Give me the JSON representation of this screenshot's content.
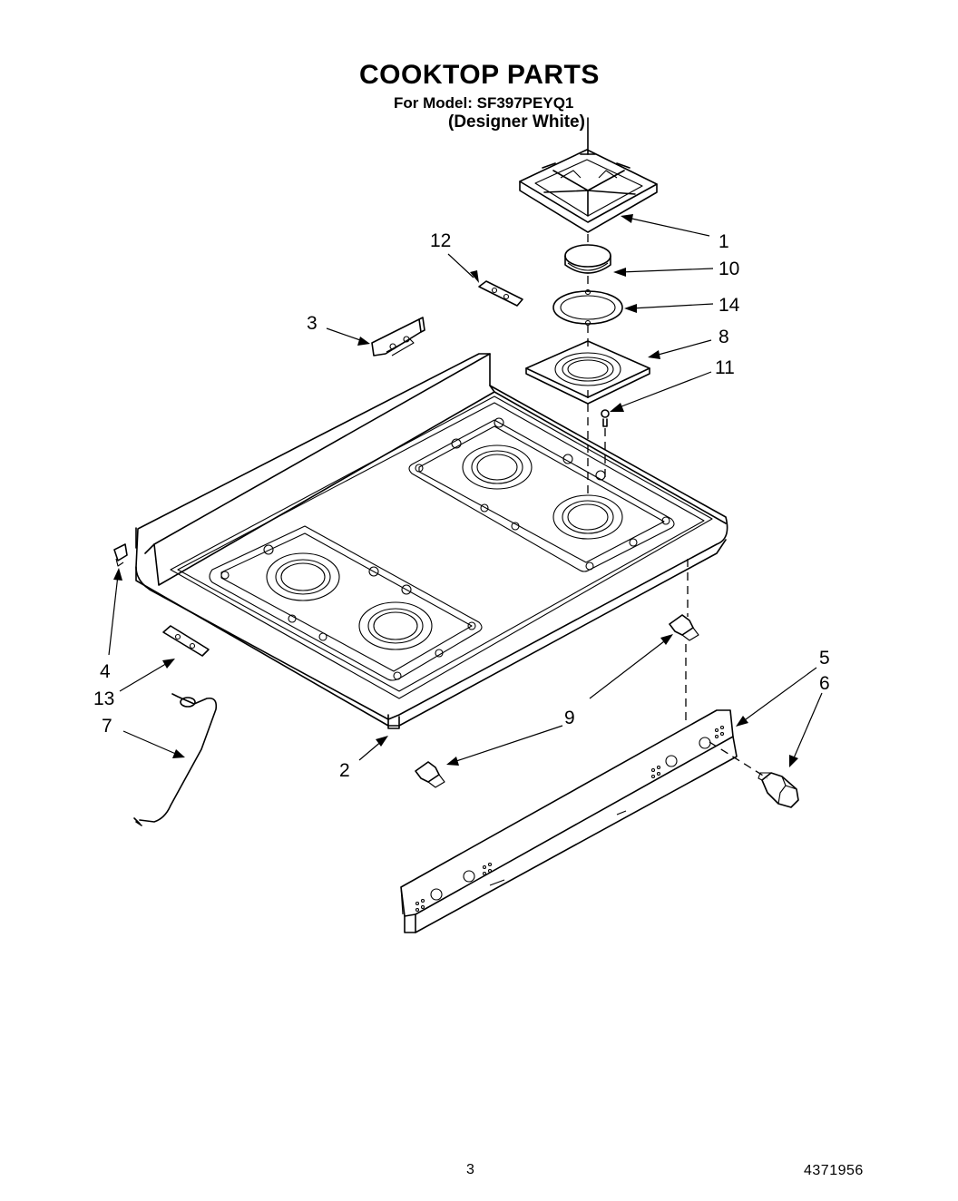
{
  "header": {
    "title": "COOKTOP PARTS",
    "model": "For Model: SF397PEYQ1",
    "color": "(Designer White)"
  },
  "footer": {
    "page_number": "3",
    "document_number": "4371956"
  },
  "callouts": [
    "1",
    "10",
    "14",
    "8",
    "11",
    "12",
    "3",
    "4",
    "13",
    "7",
    "2",
    "9",
    "5",
    "6"
  ]
}
